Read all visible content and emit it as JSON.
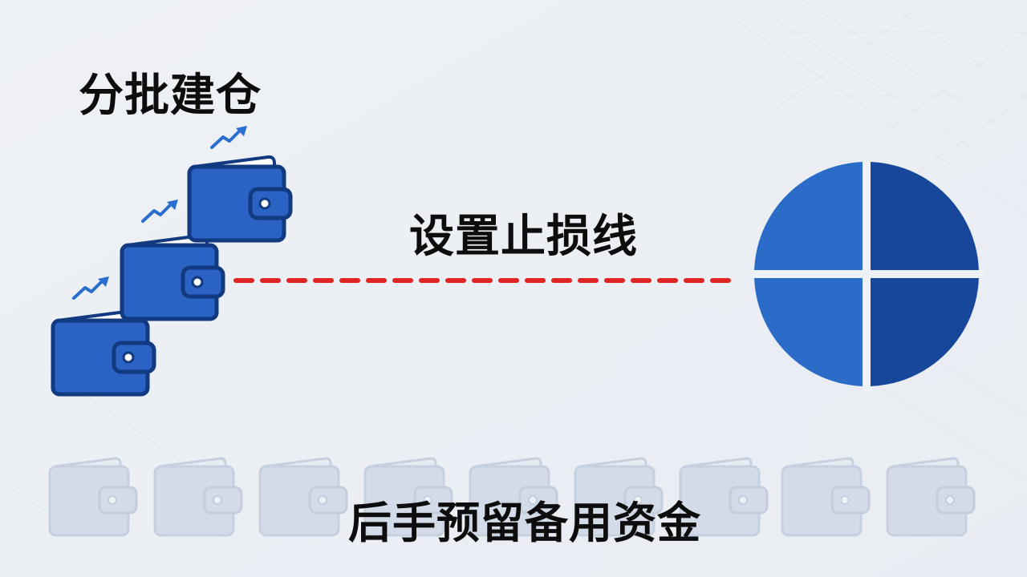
{
  "labels": {
    "batch_entry": "分批建仓",
    "stop_loss": "设置止损线",
    "reserve_funds": "后手预留备用资金"
  },
  "icons": {
    "active_wallets": [
      "wallet-icon",
      "wallet-icon",
      "wallet-icon"
    ],
    "trend_arrows": [
      "trend-up-arrow-icon",
      "trend-up-arrow-icon",
      "trend-up-arrow-icon"
    ],
    "stop_loss_line": "dashed-line",
    "allocation": "pie-chart-icon",
    "reserve_wallet_count": 9
  },
  "colors": {
    "wallet_blue": "#2a63c4",
    "wallet_outline": "#123a80",
    "arrow_blue": "#2a6fcf",
    "stop_line_red": "#e02424",
    "pie_light": "#2a6cc8",
    "pie_dark": "#17479a",
    "reserve_wallet": "#d3dbe8",
    "background": "#eef1f6"
  }
}
